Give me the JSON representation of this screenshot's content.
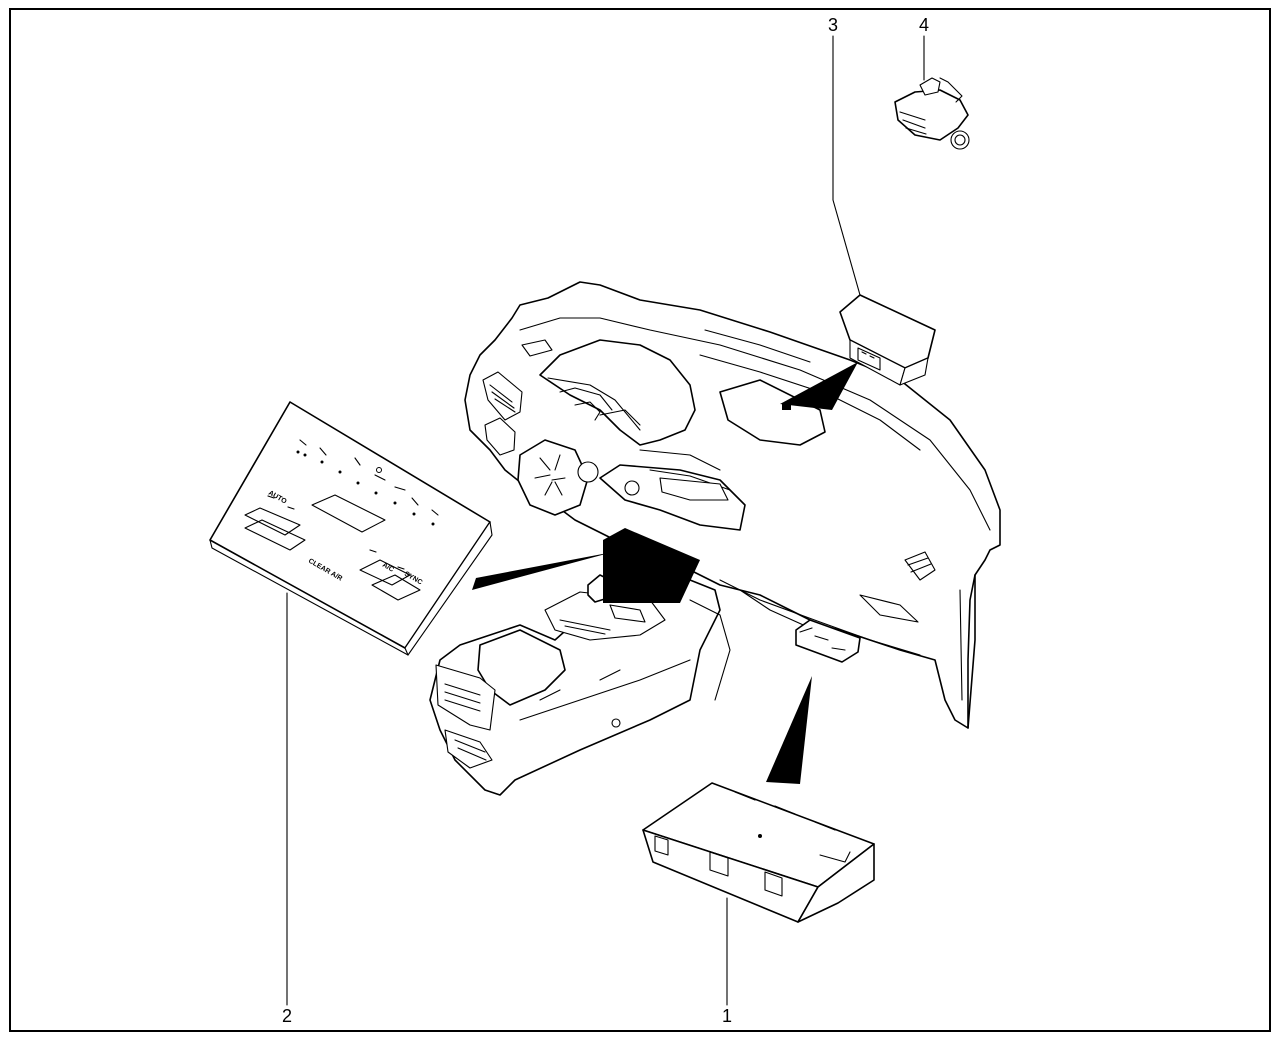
{
  "diagram": {
    "callouts": [
      {
        "id": "1",
        "label": "1"
      },
      {
        "id": "2",
        "label": "2"
      },
      {
        "id": "3",
        "label": "3"
      },
      {
        "id": "4",
        "label": "4"
      }
    ],
    "climate_panel_labels": {
      "auto": "AUTO",
      "clear_air": "CLEAR A/R",
      "ac": "A/C",
      "sync": "SYNC"
    },
    "colors": {
      "line": "#000000",
      "background": "#ffffff"
    }
  }
}
